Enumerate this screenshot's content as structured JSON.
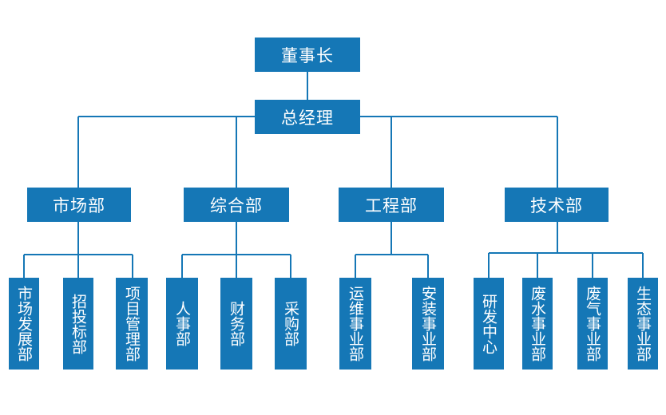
{
  "chairman": "董事长",
  "general_manager": "总经理",
  "departments": [
    {
      "name": "市场部",
      "units": [
        "市场发展部",
        "招投标部",
        "项目管理部"
      ]
    },
    {
      "name": "综合部",
      "units": [
        "人事部",
        "财务部",
        "采购部"
      ]
    },
    {
      "name": "工程部",
      "units": [
        "运维事业部",
        "安装事业部"
      ]
    },
    {
      "name": "技术部",
      "units": [
        "研发中心",
        "废水事业部",
        "废气事业部",
        "生态事业部"
      ]
    }
  ],
  "colors": {
    "box": "#1577b6",
    "line": "#1577b6",
    "text": "#ffffff"
  }
}
